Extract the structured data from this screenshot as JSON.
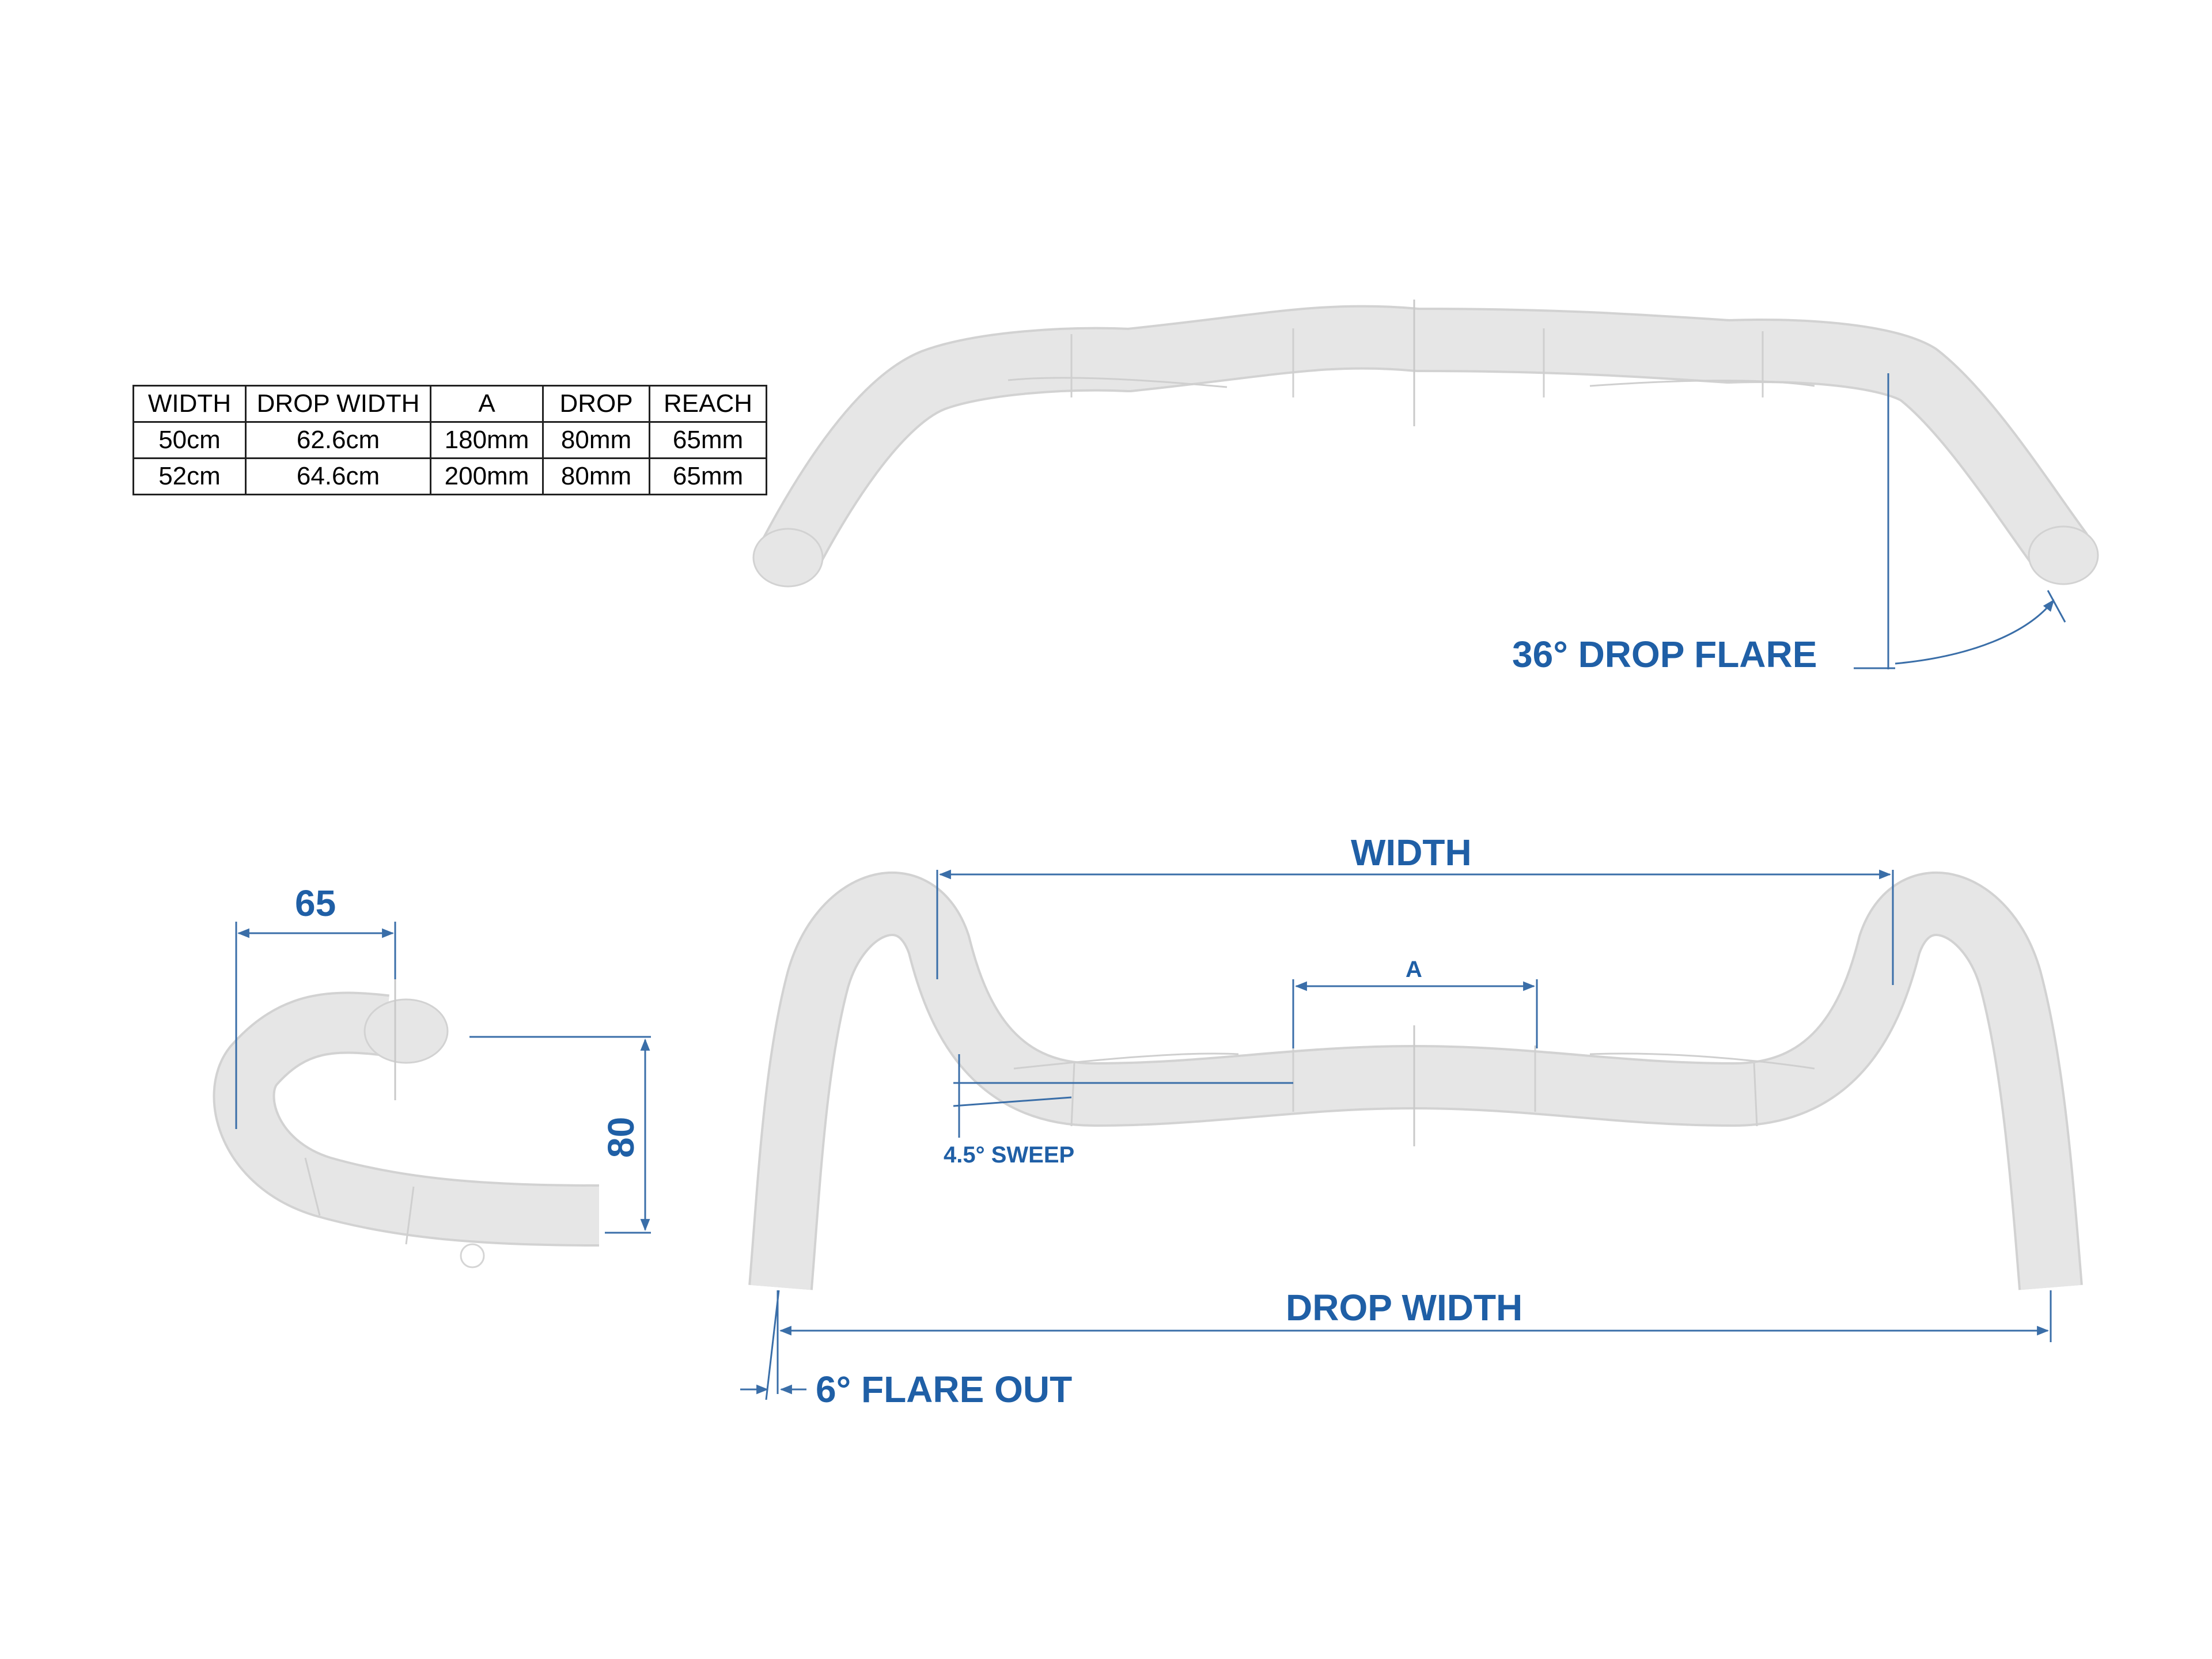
{
  "spec_table": {
    "headers": [
      "WIDTH",
      "DROP WIDTH",
      "A",
      "DROP",
      "REACH"
    ],
    "rows": [
      [
        "50cm",
        "62.6cm",
        "180mm",
        "80mm",
        "65mm"
      ],
      [
        "52cm",
        "64.6cm",
        "200mm",
        "80mm",
        "65mm"
      ]
    ]
  },
  "labels": {
    "drop_flare": "36° DROP FLARE",
    "width": "WIDTH",
    "a": "A",
    "sweep": "4.5° SWEEP",
    "drop_width": "DROP WIDTH",
    "flare_out": "6° FLARE OUT",
    "reach_value": "65",
    "drop_value": "80"
  },
  "colors": {
    "dimension_blue": "#1f5fa6",
    "bar_fill": "#e6e6e6",
    "table_border": "#222222"
  }
}
